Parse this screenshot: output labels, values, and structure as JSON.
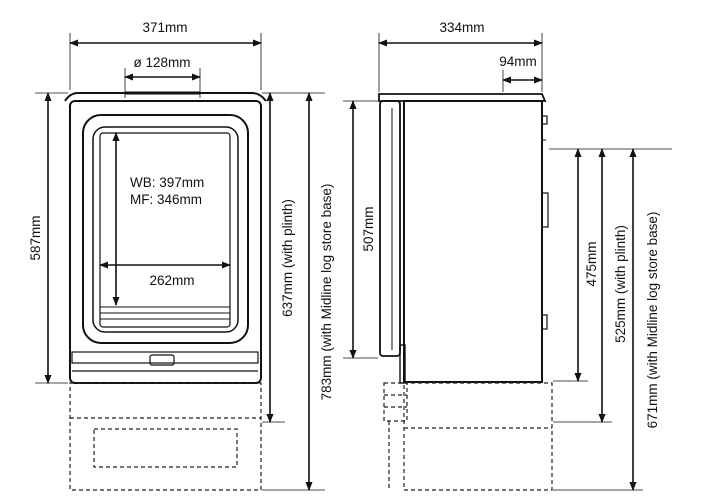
{
  "front_view": {
    "width_label": "371mm",
    "flue_label": "ø 128mm",
    "height_label": "587mm",
    "plinth_height_label": "637mm (with plinth)",
    "log_store_height_label": "783mm (with Midline log store base)",
    "glass_label_line1": "WB: 397mm",
    "glass_label_line2": "MF: 346mm",
    "glass_width_label": "262mm"
  },
  "side_view": {
    "depth_label": "334mm",
    "flue_offset_label": "94mm",
    "height_label": "507mm",
    "flue_height_label": "475mm",
    "plinth_flue_height_label": "525mm (with plinth)",
    "log_store_flue_height_label": "671mm (with Midline log store base)"
  }
}
